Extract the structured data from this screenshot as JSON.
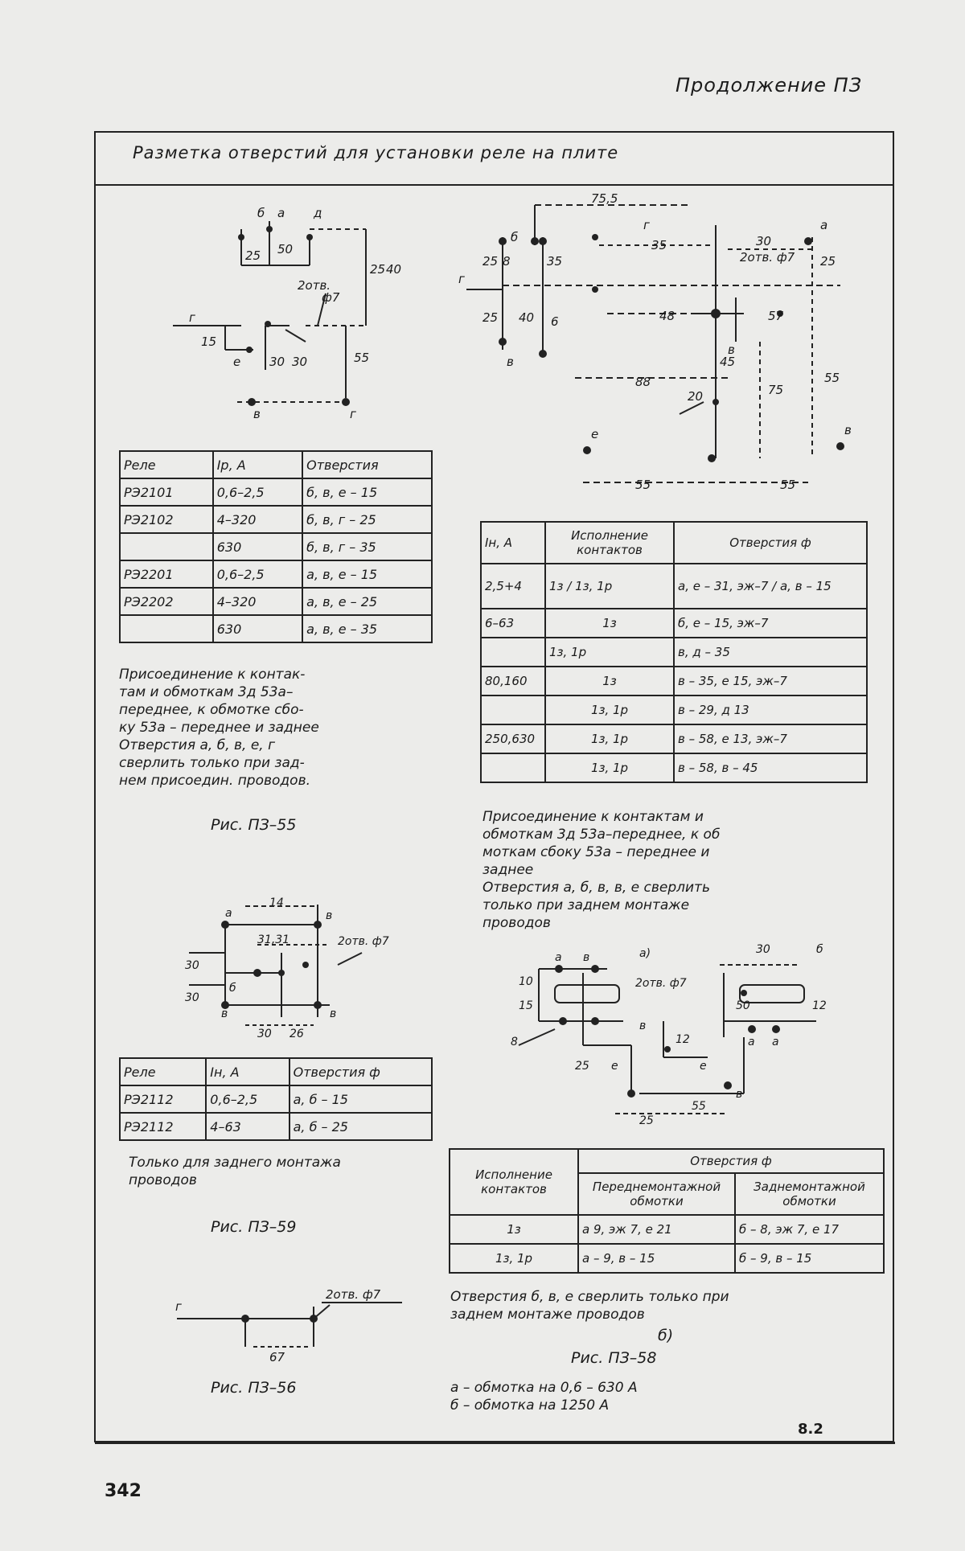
{
  "header": {
    "continuation": "Продолжение  ПЗ"
  },
  "frame": {
    "title": "Разметка отверстий для установки реле на плите"
  },
  "table1": {
    "headers": [
      "Реле",
      "Iр, А",
      "Отверстия"
    ],
    "rows": [
      [
        "РЭ2101",
        "0,6–2,5",
        "б, в, е – 15"
      ],
      [
        "РЭ2102",
        "4–320",
        "б, в, г – 25"
      ],
      [
        "",
        "630",
        "б, в, г – 35"
      ],
      [
        "РЭ2201",
        "0,6–2,5",
        "а, в, е – 15"
      ],
      [
        "РЭ2202",
        "4–320",
        "а, в, е – 25"
      ],
      [
        "",
        "630",
        "а, в, е – 35"
      ]
    ]
  },
  "note1": [
    "Присоединение к контак-",
    "там и обмоткам 3д 53а–",
    "переднее, к обмотке сбо-",
    "ку 53а – переднее и заднее",
    "  Отверстия а, б, в, е, г",
    "сверлить только при зад-",
    "нем присоедин. проводов."
  ],
  "fig55": "Рис. ПЗ–55",
  "table2": {
    "headers": [
      "Iн, А",
      "Исполнение контактов",
      "Отверстия ф"
    ],
    "rows": [
      [
        "2,5+4",
        "1з / 1з, 1р",
        "а, е – 31, эж–7 / а, в – 15"
      ],
      [
        "6–63",
        "1з",
        "б, е – 15, эж–7"
      ],
      [
        "",
        "1з, 1р",
        "в, д – 35"
      ],
      [
        "80,160",
        "1з",
        "в – 35, е 15, эж–7"
      ],
      [
        "",
        "1з, 1р",
        "в – 29, д 13"
      ],
      [
        "250,630",
        "1з, 1р",
        "в – 58, е 13, эж–7"
      ],
      [
        "",
        "1з, 1р",
        "в – 58, в – 45"
      ]
    ]
  },
  "note2": [
    "Присоединение к контактам и",
    "обмоткам 3д 53а–переднее, к об",
    "моткам сбоку 53а – переднее и",
    "заднее",
    "Отверстия а, б, в, в, е сверлить",
    "только при заднем монтаже",
    "проводов"
  ],
  "table3": {
    "headers": [
      "Реле",
      "Iн, А",
      "Отверстия ф"
    ],
    "rows": [
      [
        "РЭ2112",
        "0,6–2,5",
        "а, б – 15"
      ],
      [
        "РЭ2112",
        "4–63",
        "а, б – 25"
      ]
    ]
  },
  "note3": [
    "Только для заднего монтажа",
    "проводов"
  ],
  "fig59": "Рис. ПЗ–59",
  "table4": {
    "headers": [
      "Исполнение контактов",
      "Отверстия ф"
    ],
    "subheaders": [
      "Переднемонтажной обмотки",
      "Заднемонтажной обмотки"
    ],
    "rows": [
      [
        "1з",
        "а 9, эж 7, е 21",
        "б – 8, эж 7, е 17"
      ],
      [
        "1з, 1р",
        "а – 9, в – 15",
        "б – 9, в – 15"
      ]
    ]
  },
  "note4": [
    "Отверстия б, в, е сверлить только при",
    "заднем монтаже проводов"
  ],
  "fig_sub_b": "б)",
  "fig58": "Рис. ПЗ–58",
  "note5": [
    "а – обмотка на 0,6 – 630 А",
    "б – обмотка на 1250 А"
  ],
  "fig56": "Рис. ПЗ–56",
  "corner_mark": "8.2",
  "page_number": "342",
  "diagram_labels": {
    "d1": [
      "б",
      "а",
      "д",
      "25",
      "50",
      "2отв.",
      "ф7",
      "15",
      "30",
      "30",
      "55",
      "г",
      "е",
      "в",
      "г",
      "25",
      "40"
    ],
    "d2": [
      "75,5",
      "г",
      "а",
      "8",
      "б",
      "35",
      "30",
      "2отв. ф7",
      "г",
      "25",
      "25",
      "в",
      "40",
      "25",
      "6",
      "35",
      "48",
      "57",
      "в",
      "88",
      "20",
      "55",
      "75",
      "45",
      "е",
      "в",
      "55",
      "55"
    ],
    "d3": [
      "а",
      "14",
      "в",
      "2отв. ф7",
      "31,31",
      "б",
      "в",
      "в",
      "30",
      "30",
      "30",
      "26"
    ],
    "d4": [
      "а",
      "в",
      "а)",
      "30",
      "б",
      "2отв. ф7",
      "10",
      "15",
      "8",
      "в",
      "12",
      "50",
      "12",
      "а",
      "а",
      "25",
      "е",
      "е",
      "25",
      "55",
      "в"
    ],
    "d5": [
      "г",
      "2отв. ф7",
      "67"
    ]
  }
}
